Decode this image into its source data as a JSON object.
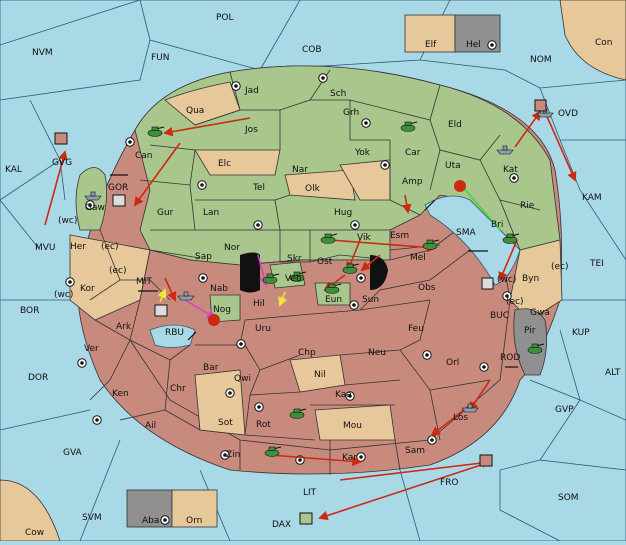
{
  "colors": {
    "sea": "#a9d8e6",
    "green_power": "#a9c68c",
    "red_power": "#c98a7e",
    "neutral": "#e6c89a",
    "grey": "#909090",
    "order": "#cc2a12"
  },
  "sea_labels": {
    "pol": "POL",
    "fun": "FUN",
    "cob": "COB",
    "nvm": "NVM",
    "nom": "NOM",
    "con": "Con",
    "kal": "KAL",
    "gvg": "GVG",
    "ovd": "OVD",
    "kam": "KAM",
    "gor": "GOR",
    "mvu": "MVU",
    "tei": "TEI",
    "mit": "MIT",
    "sma": "SMA",
    "bor": "BOR",
    "rbu": "RBU",
    "buc": "BUC",
    "kup": "KUP",
    "dor": "DOR",
    "rod": "ROD",
    "alt": "ALT",
    "gvp": "GVP",
    "gva": "GVA",
    "som": "SOM",
    "lit": "LIT",
    "fro": "FRO",
    "svm": "SVM",
    "dax": "DAX",
    "cow": "Cow"
  },
  "land_labels": {
    "jad": "Jad",
    "sch": "Sch",
    "qua": "Qua",
    "jos": "Jos",
    "grh": "Grh",
    "eld": "Eld",
    "ovd": "OVD",
    "can": "Can",
    "yok": "Yok",
    "car": "Car",
    "uta": "Uta",
    "elc": "Elc",
    "nar": "Nar",
    "kat": "Kat",
    "gaw": "Gaw",
    "gur": "Gur",
    "tel": "Tel",
    "olk": "Olk",
    "amp": "Amp",
    "rie": "Rie",
    "lan": "Lan",
    "hug": "Hug",
    "esm": "Esm",
    "bri": "Bri",
    "her": "Her",
    "nor": "Nor",
    "skr": "Skr",
    "vik": "Vik",
    "sap": "Sap",
    "ost": "Ost",
    "mel": "Mel",
    "byn": "Byn",
    "veb": "Veb",
    "kor": "Kor",
    "nab": "Nab",
    "hil": "Hil",
    "eun": "Eun",
    "sun": "Sun",
    "obs": "Obs",
    "gwa": "Gwa",
    "nog": "Nog",
    "ark": "Ark",
    "uru": "Uru",
    "feu": "Feu",
    "pir": "Pir",
    "ver": "Ver",
    "chp": "Chp",
    "neu": "Neu",
    "orl": "Orl",
    "bar": "Bar",
    "qwi": "Qwi",
    "nil": "Nil",
    "ken": "Ken",
    "chr": "Chr",
    "kaa": "Kaa",
    "sot": "Sot",
    "rot": "Rot",
    "ail": "Ail",
    "mou": "Mou",
    "los": "Los",
    "zin": "Zin",
    "sam": "Sam",
    "kar": "Kar"
  },
  "coast_labels": {
    "wc1": "(wc)",
    "ec1": "(ec)",
    "ec2": "(ec)",
    "wc2": "(wc)",
    "wc3": "(wc)",
    "ec3": "(ec)",
    "ec4": "(ec)"
  },
  "inset": {
    "top_left": "Elf",
    "top_right": "Hel",
    "bottom_left": "Aba",
    "bottom_right": "Orn"
  }
}
